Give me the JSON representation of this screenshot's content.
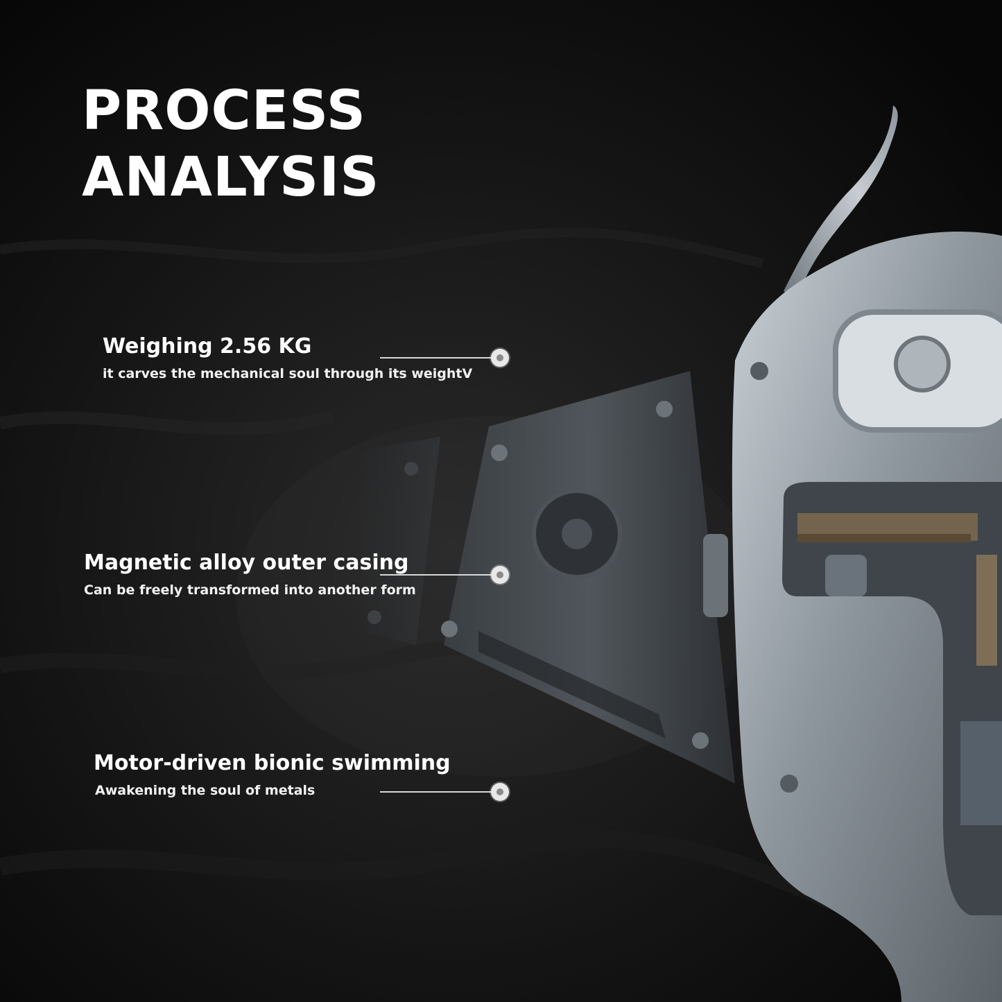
{
  "heading": {
    "line1": "PROCESS",
    "line2": "ANALYSIS"
  },
  "features": [
    {
      "title": "Weighing 2.56 KG",
      "subtitle": "it carves the mechanical soul through its weightV"
    },
    {
      "title": "Magnetic alloy outer casing",
      "subtitle": "Can be freely transformed into another form"
    },
    {
      "title": "Motor-driven bionic swimming",
      "subtitle": "Awakening the soul of metals"
    }
  ],
  "colors": {
    "background": "#0b0b0b",
    "text": "#ffffff",
    "metal": "#9aa3ab",
    "pointer": "#d8d8d8"
  },
  "image": {
    "subject": "metal-mechanical-fish-icon"
  }
}
